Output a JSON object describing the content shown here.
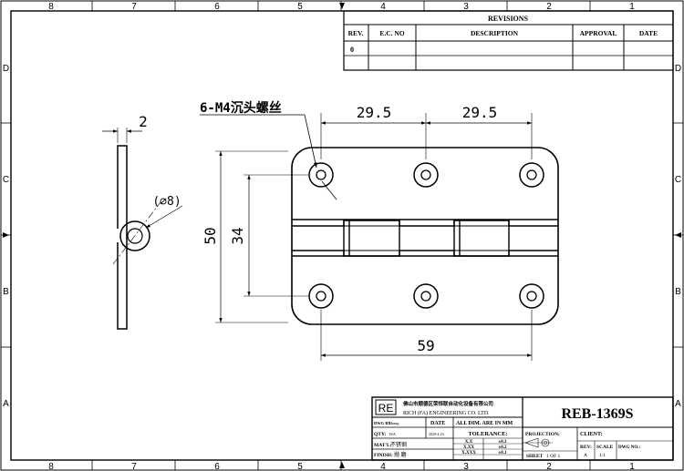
{
  "border": {
    "columns_top": [
      "8",
      "7",
      "6",
      "5",
      "4",
      "3",
      "2",
      "1"
    ],
    "columns_bottom": [
      "8",
      "7",
      "6",
      "5",
      "4",
      "3",
      "2",
      "1"
    ],
    "rows": [
      "D",
      "C",
      "B",
      "A"
    ]
  },
  "revisions": {
    "title": "REVISIONS",
    "headers": [
      "REV.",
      "E.C. NO",
      "DESCRIPTION",
      "APPROVAL",
      "DATE"
    ],
    "rows": [
      [
        "0",
        "",
        "",
        "",
        ""
      ]
    ]
  },
  "dimensions": {
    "thickness": "2",
    "pin_diameter": "(⌀8)",
    "screws": "6-M4沉头螺丝",
    "hole_pitch_left": "29.5",
    "hole_pitch_right": "29.5",
    "height_total": "50",
    "height_holes": "34",
    "width_holes": "59"
  },
  "title_block": {
    "logo": "RE",
    "company_cn": "佛山市顺德区荣恒联自动化设备有限公司",
    "company_en": "RICH (FA) ENGINEERING CO. LTD.",
    "drawn_by_label": "DWG BY:",
    "drawn_by": "Zhang",
    "date_label": "DATE",
    "date": "2020-4-23",
    "units_note": "ALL DIM. ARE IN MM",
    "qty_label": "QTY:",
    "qty": "1SA",
    "matl_label": "MAT'L:",
    "matl": "不锈钢",
    "finish_label": "FINISH:",
    "finish": "抛 磨",
    "tolerance_title": "TOLERANCE:",
    "tolerances": [
      {
        "fmt": "X.X",
        "val": "±0.3"
      },
      {
        "fmt": "X.XX",
        "val": "±0.2"
      },
      {
        "fmt": "X.XXX",
        "val": "±0.1"
      }
    ],
    "projection_label": "PROJECTION:",
    "sheet_label": "SHEET",
    "sheet": "1 OF 1",
    "part_number": "REB-1369S",
    "client_label": "CLIENT:",
    "rev_label": "REV:",
    "rev": "A",
    "scale_label": "SCALE",
    "scale": "1:1",
    "dwg_no_label": "DWG NO.:"
  }
}
